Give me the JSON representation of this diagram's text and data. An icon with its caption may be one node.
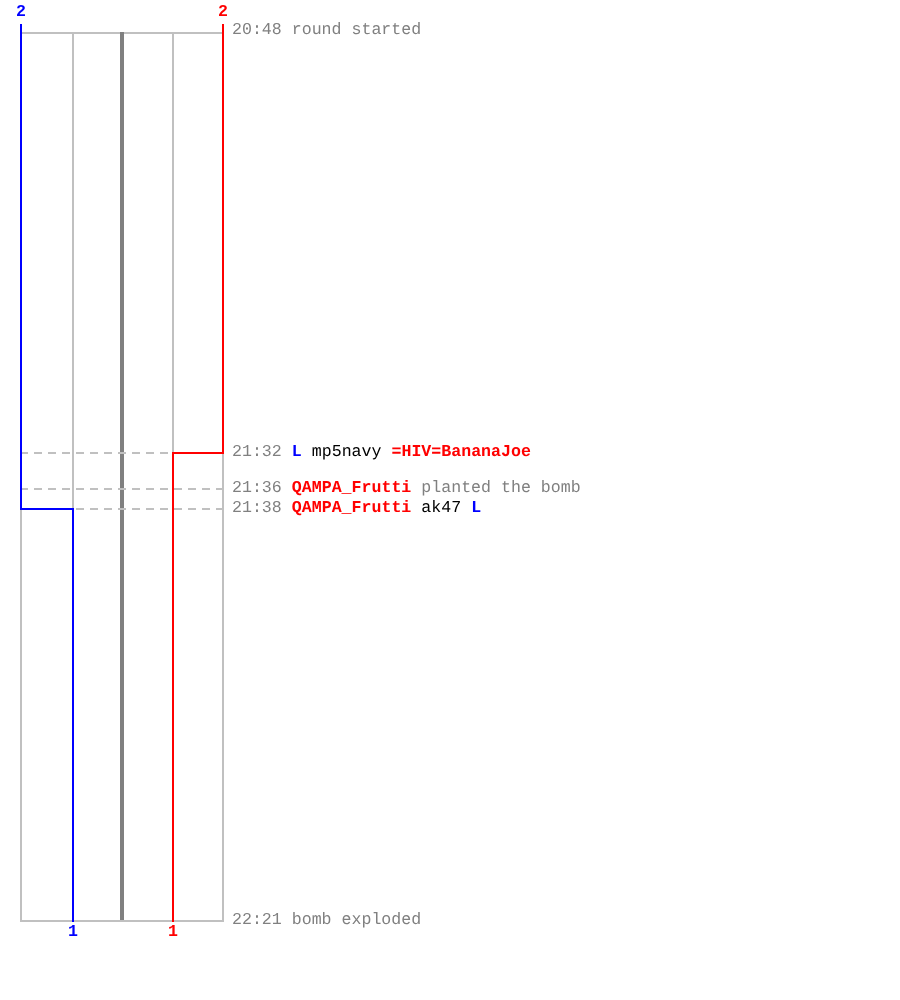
{
  "diagram": {
    "labels": [
      "2",
      "2",
      "20:48 round started",
      "21:32",
      "L",
      "mp5navy",
      "=HIV=BananaJoe",
      "21:36",
      "QAMPA_Frutti",
      "planted the bomb",
      "21:38",
      "QAMPA_Frutti",
      "ak47",
      "L",
      "22:21 bomb exploded",
      "1",
      "1"
    ]
  }
}
